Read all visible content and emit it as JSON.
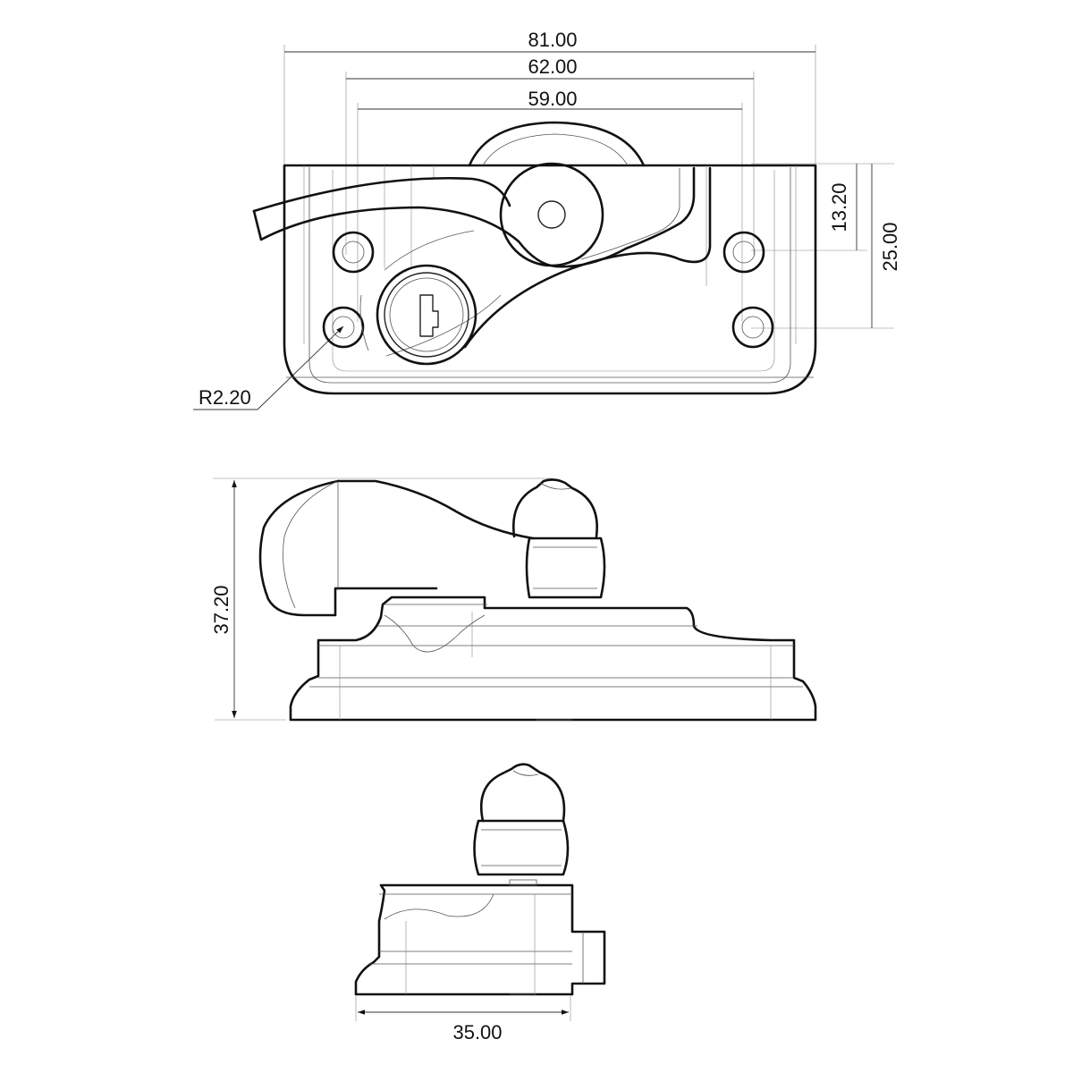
{
  "dimensions": {
    "overall_width": "81.00",
    "mid_width": "62.00",
    "hole_spacing": "59.00",
    "hole_vertical": "13.20",
    "body_height": "25.00",
    "radius": "R2.20",
    "side_height": "37.20",
    "end_width": "35.00"
  }
}
